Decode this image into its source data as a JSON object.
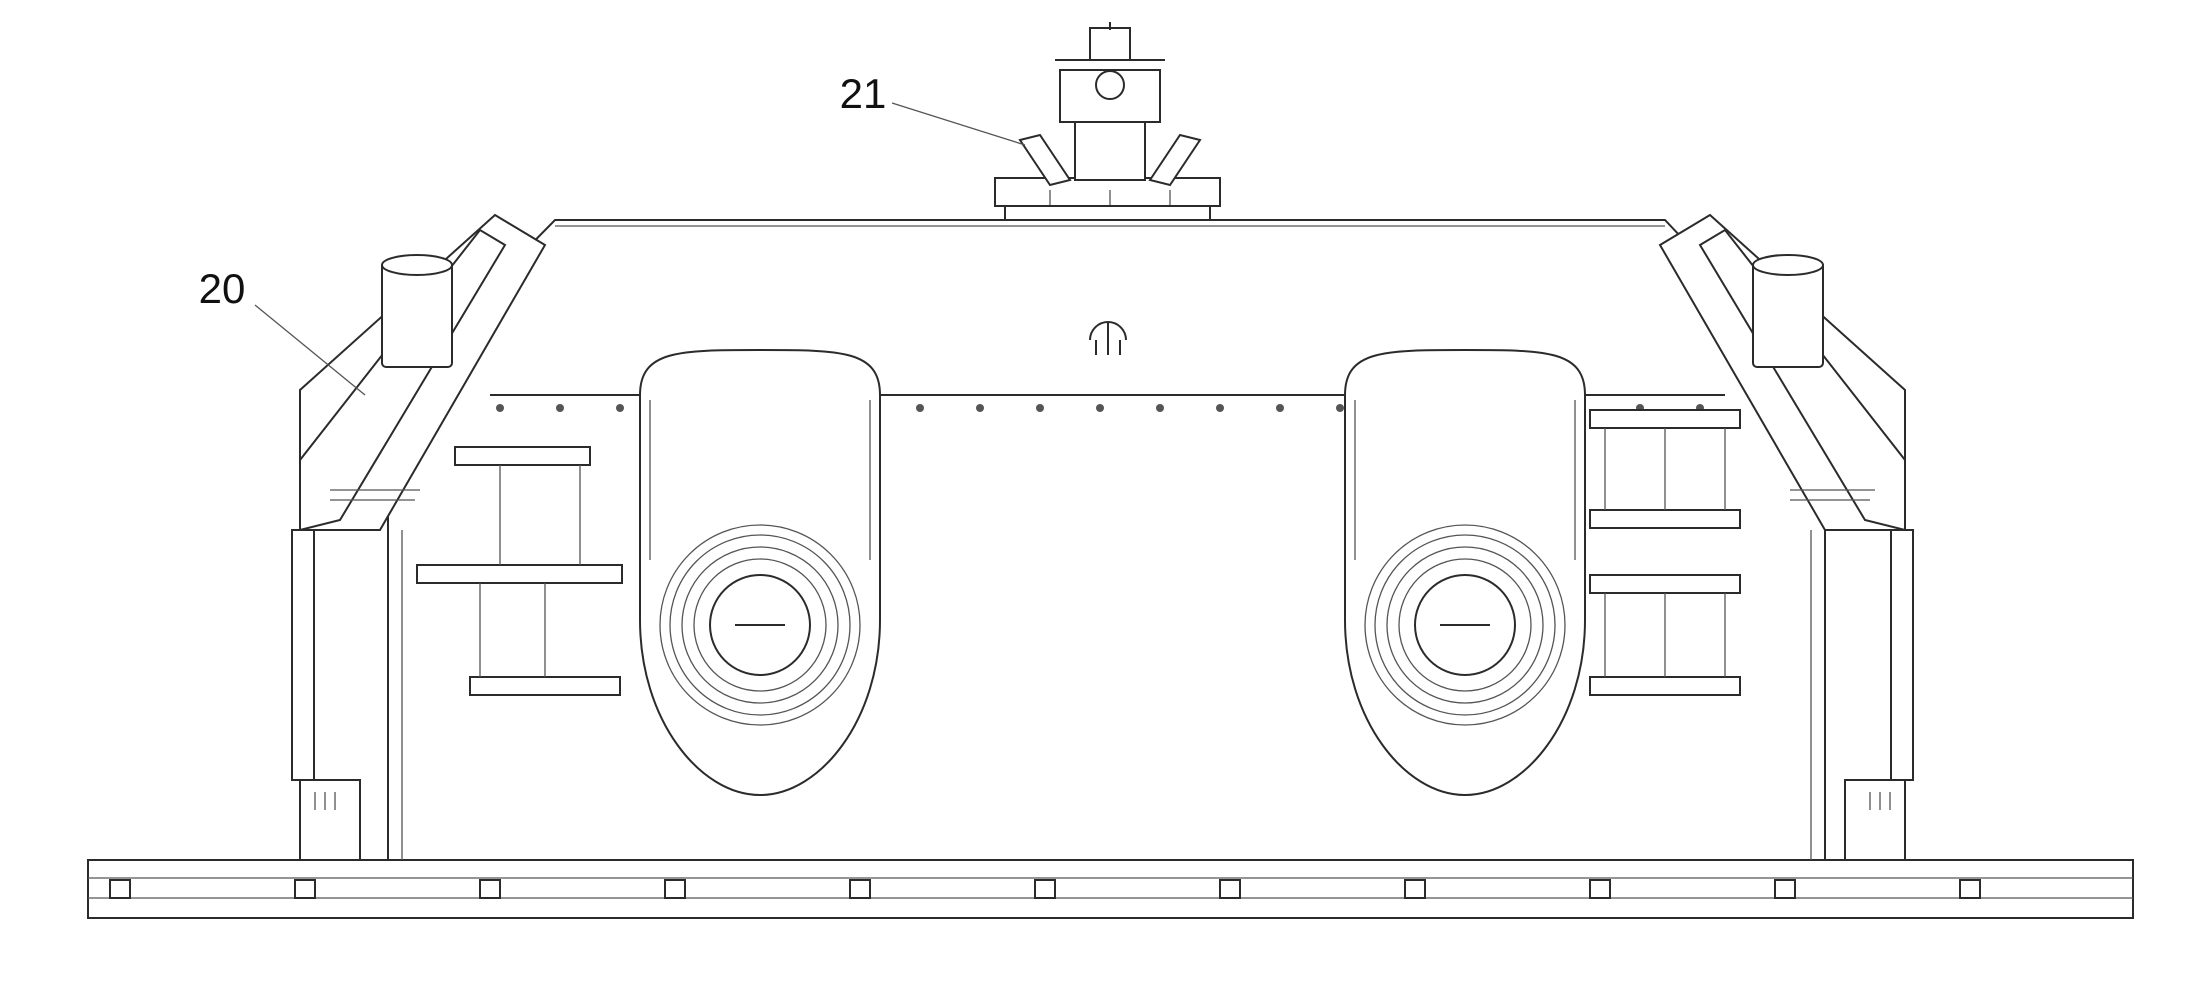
{
  "figure": {
    "callouts": [
      {
        "id": "callout-20",
        "label": "20"
      },
      {
        "id": "callout-21",
        "label": "21"
      }
    ]
  }
}
